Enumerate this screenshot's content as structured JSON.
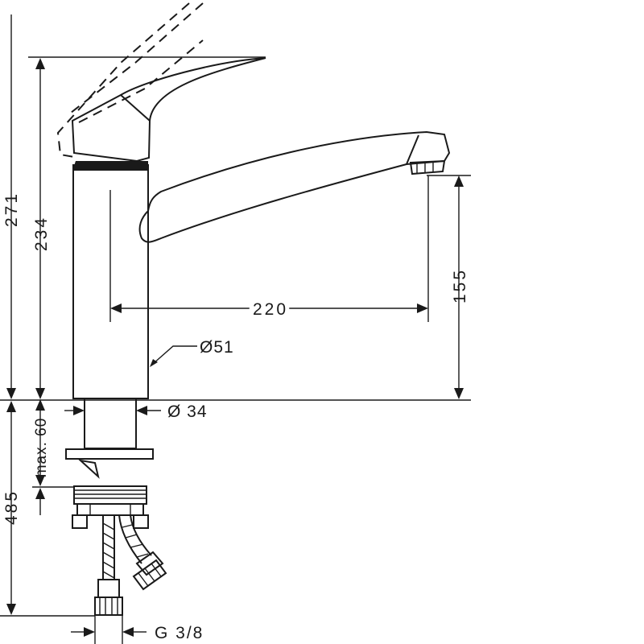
{
  "dimensions": {
    "total_height": "271",
    "body_height": "234",
    "spout_height": "155",
    "spout_reach": "220",
    "body_diameter": "Ø51",
    "shank_diameter": "Ø 34",
    "max_counter_thickness": "max. 60",
    "hose_length": "485",
    "connection_thread": "G 3/8"
  }
}
